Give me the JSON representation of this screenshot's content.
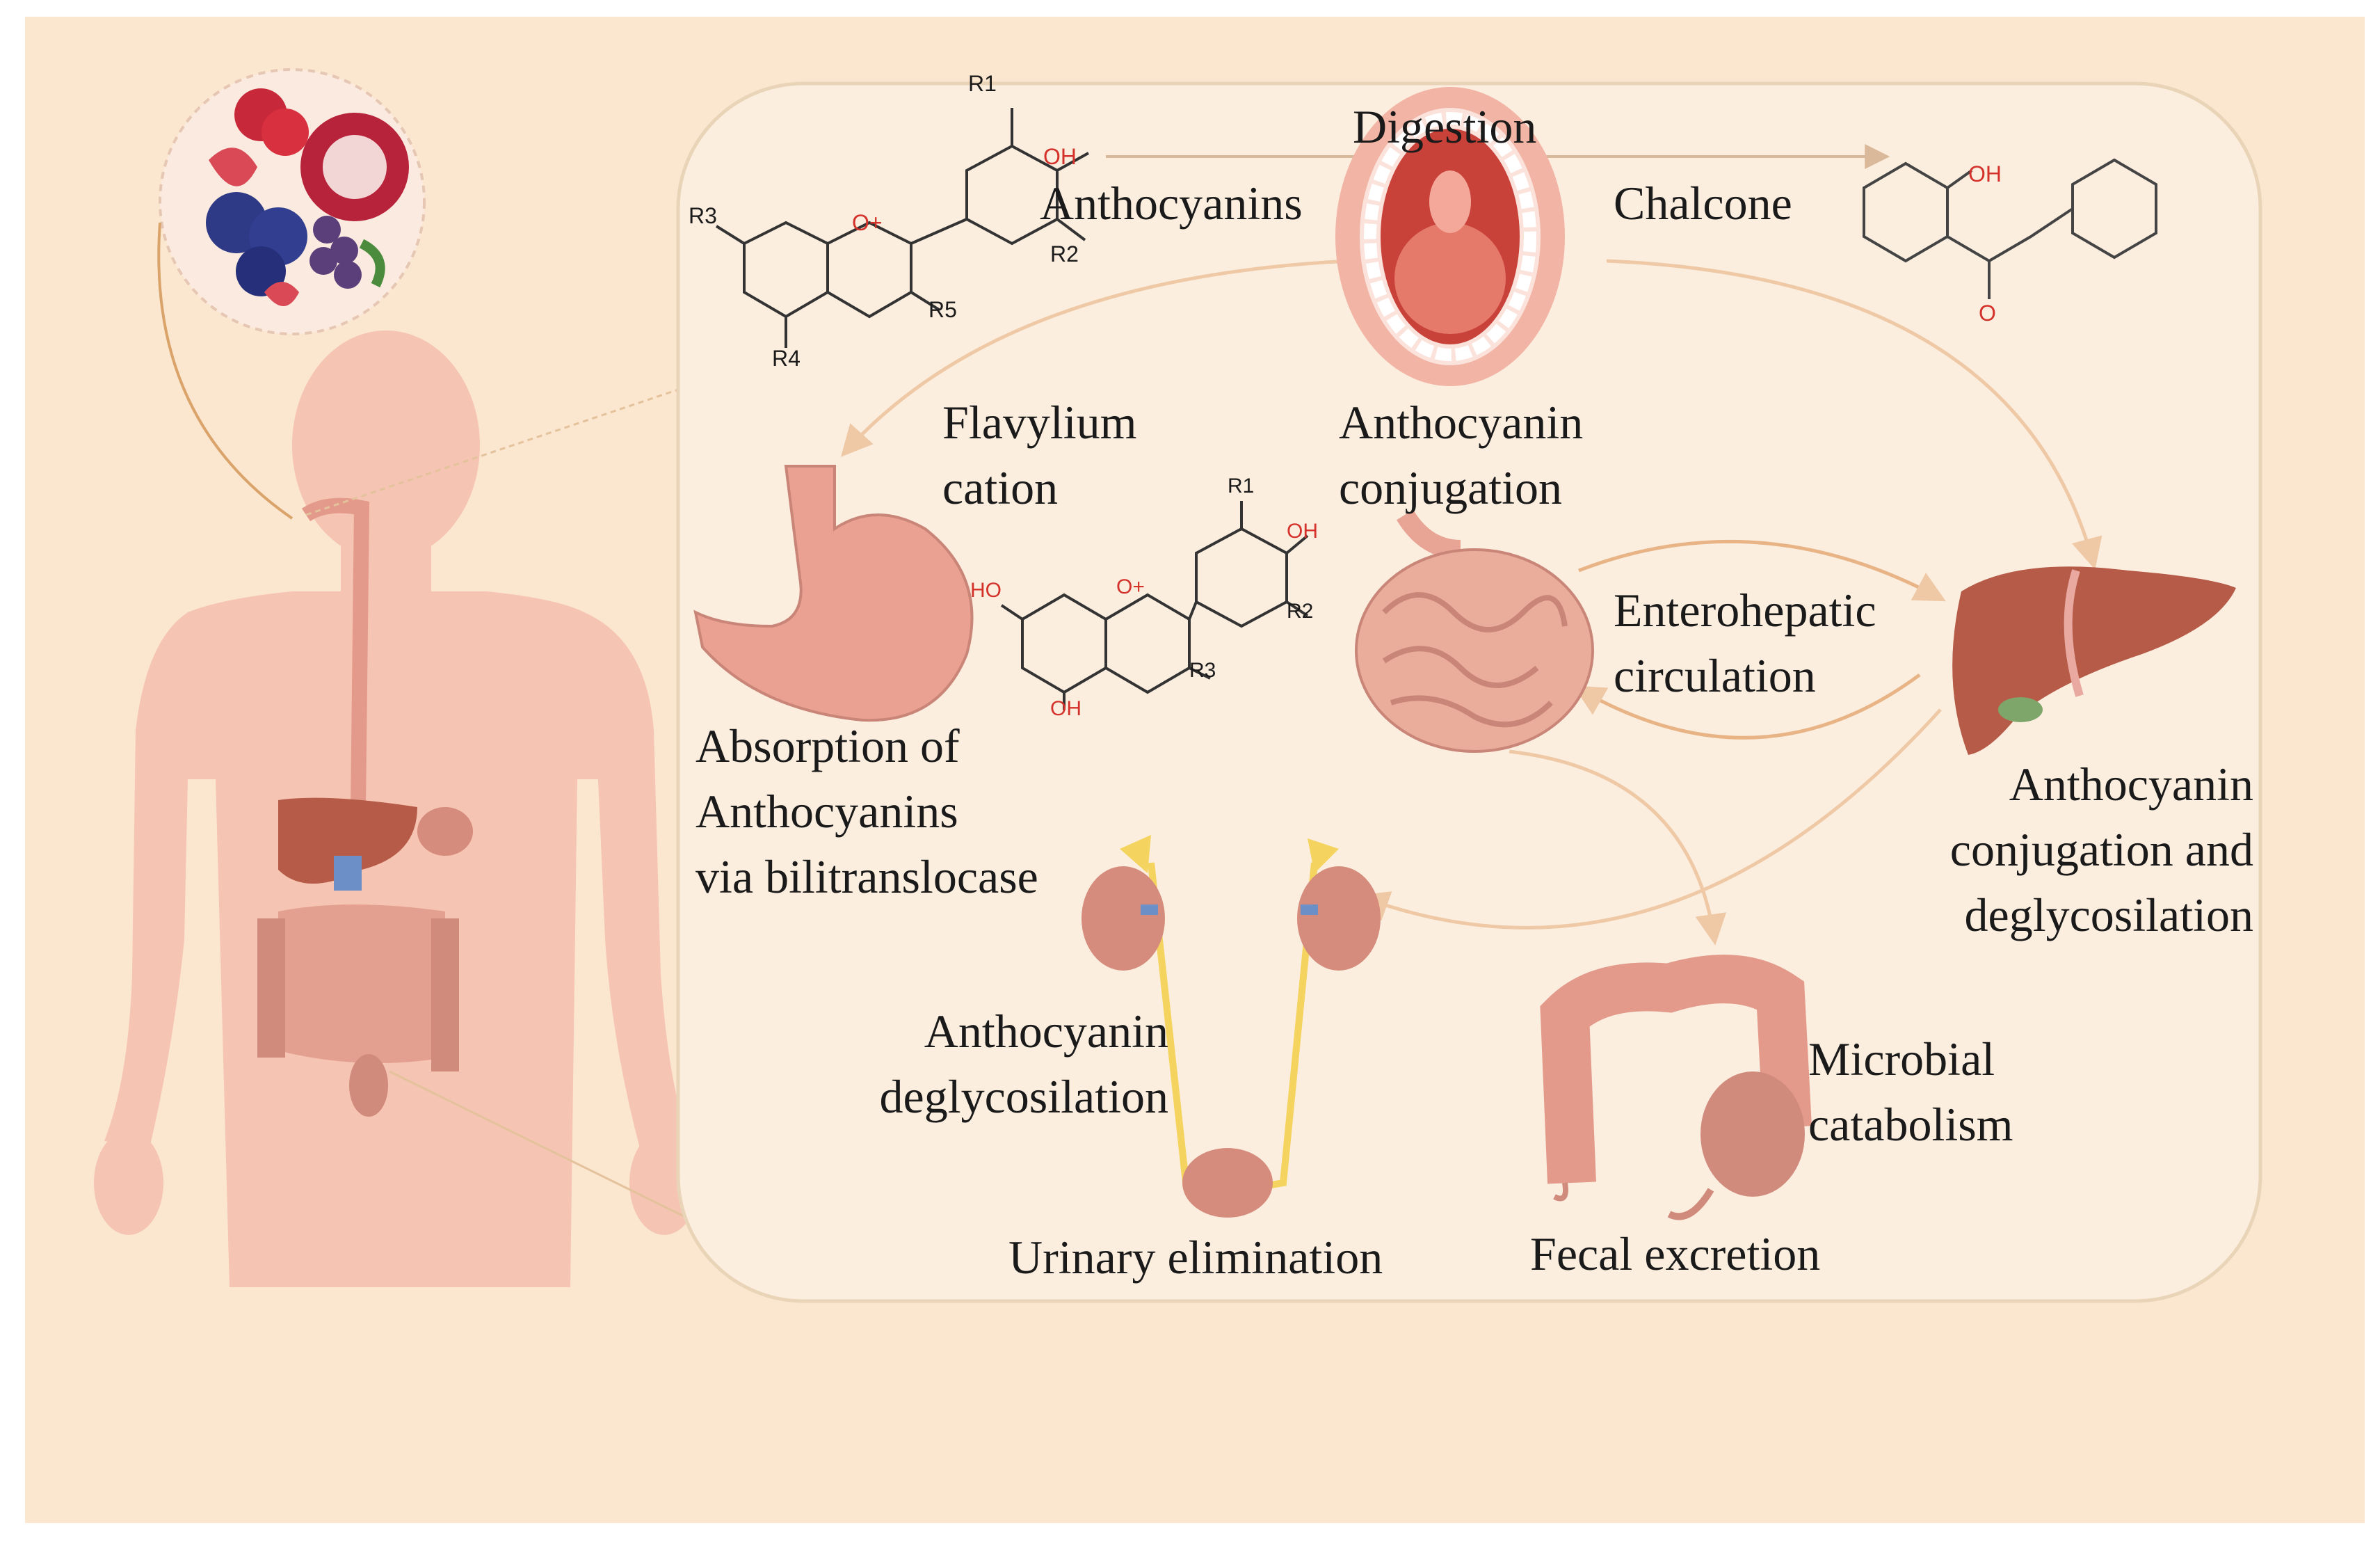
{
  "colors": {
    "page_background": "#ffffff",
    "figure_background": "#fbe6d0",
    "panel_background": "#fbeedf",
    "panel_border": "#ead4b8",
    "body_silhouette": "#f6c4b2",
    "organ_pink": "#e8a494",
    "organ_dark": "#c98577",
    "liver": "#b65b48",
    "kidney": "#d68c7c",
    "ureter": "#f4d35e",
    "arrow": "#efc9a6",
    "oxygen_red": "#d3312a",
    "text": "#1a1a1a"
  },
  "icons": [
    "fruit-bowl-icon",
    "mouth-icon",
    "stomach-icon",
    "small-intestine-icon",
    "liver-icon",
    "kidney-icon",
    "bladder-icon",
    "colon-icon",
    "human-body-icon"
  ],
  "labels": {
    "digestion": "Digestion",
    "anthocyanins": "Anthocyanins",
    "chalcone": "Chalcone",
    "flavylium": "Flavylium\ncation",
    "mouth_conjugation": "Anthocyanin\nconjugation",
    "absorption": "Absorption of\nAnthocyanins\nvia bilitranslocase",
    "enterohepatic": "Enterohepatic\ncirculation",
    "liver_process": "Anthocyanin\nconjugation and\ndeglycosilation",
    "kidney_process": "Anthocyanin\ndeglycosilation",
    "microbial": "Microbial\ncatabolism",
    "urinary": "Urinary elimination",
    "fecal": "Fecal excretion"
  },
  "structure_labels": {
    "anthocyanin": {
      "r1": "R1",
      "r2": "R2",
      "r3": "R3",
      "r4": "R4",
      "r5": "R5",
      "oh": "OH",
      "oplus": "O+"
    },
    "flavylium": {
      "r1": "R1",
      "r2": "R2",
      "r3": "R3",
      "oh_a": "HO",
      "oh_b": "OH",
      "oh_c": "OH",
      "oplus": "O+"
    },
    "chalcone": {
      "oh": "OH",
      "o": "O"
    }
  }
}
